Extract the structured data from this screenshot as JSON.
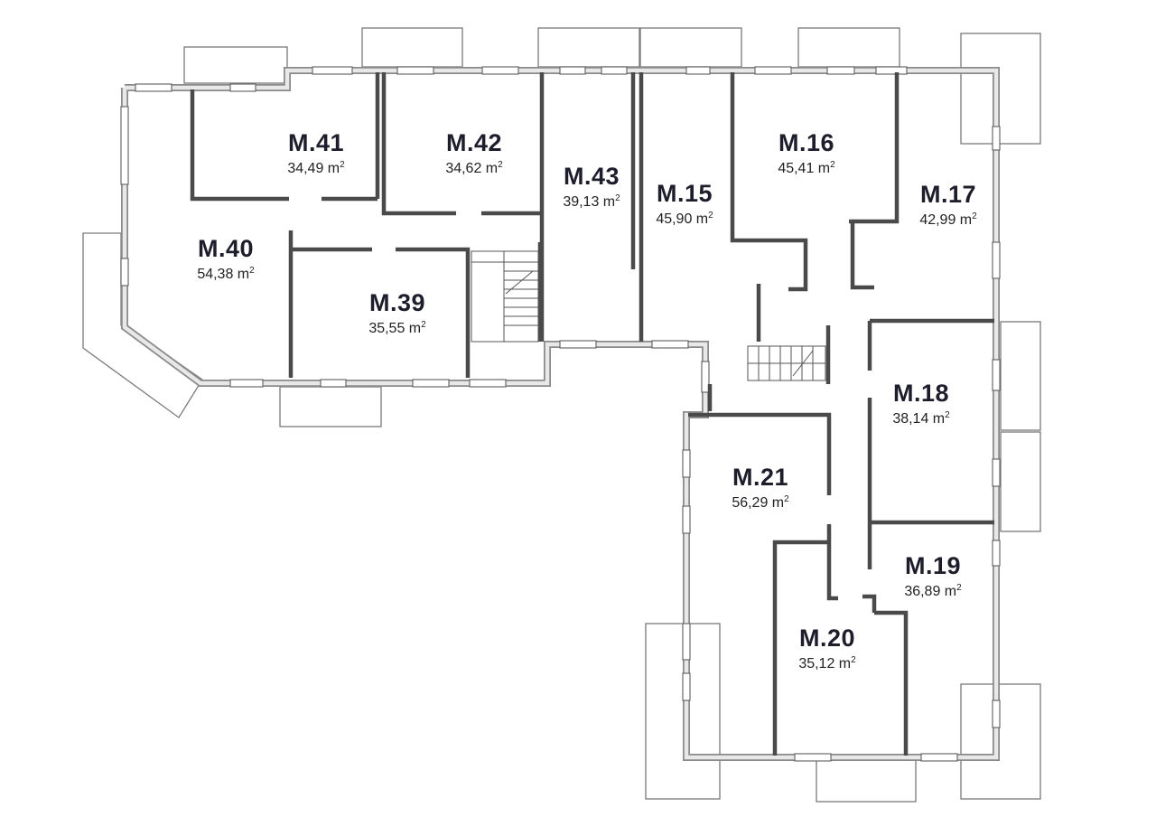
{
  "plan": {
    "rooms": [
      {
        "id": "m41",
        "name": "M.41",
        "area": "34,49 m",
        "unit_sup": "2"
      },
      {
        "id": "m42",
        "name": "M.42",
        "area": "34,62 m",
        "unit_sup": "2"
      },
      {
        "id": "m43",
        "name": "M.43",
        "area": "39,13 m",
        "unit_sup": "2"
      },
      {
        "id": "m15",
        "name": "M.15",
        "area": "45,90 m",
        "unit_sup": "2"
      },
      {
        "id": "m16",
        "name": "M.16",
        "area": "45,41 m",
        "unit_sup": "2"
      },
      {
        "id": "m17",
        "name": "M.17",
        "area": "42,99 m",
        "unit_sup": "2"
      },
      {
        "id": "m40",
        "name": "M.40",
        "area": "54,38 m",
        "unit_sup": "2"
      },
      {
        "id": "m39",
        "name": "M.39",
        "area": "35,55 m",
        "unit_sup": "2"
      },
      {
        "id": "m18",
        "name": "M.18",
        "area": "38,14 m",
        "unit_sup": "2"
      },
      {
        "id": "m21",
        "name": "M.21",
        "area": "56,29 m",
        "unit_sup": "2"
      },
      {
        "id": "m19",
        "name": "M.19",
        "area": "36,89 m",
        "unit_sup": "2"
      },
      {
        "id": "m20",
        "name": "M.20",
        "area": "35,12 m",
        "unit_sup": "2"
      }
    ]
  }
}
